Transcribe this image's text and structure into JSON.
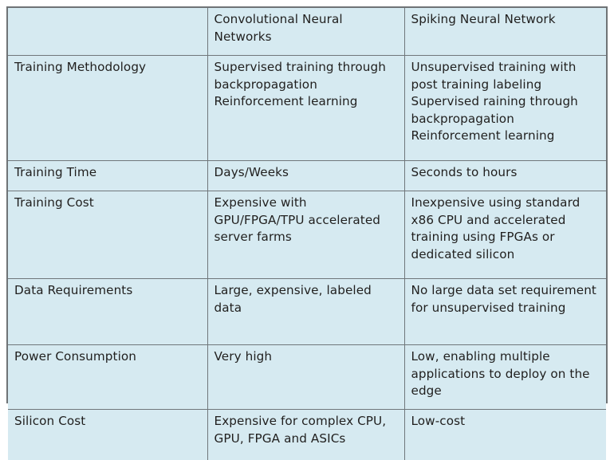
{
  "table": {
    "columns": [
      "",
      "Convolutional Neural Networks",
      "Spiking Neural Network"
    ],
    "header": {
      "label": "",
      "cnn": "Convolutional Neural Networks",
      "snn": "Spiking Neural Network"
    },
    "rows": [
      {
        "key": "training-methodology",
        "label": "Training Methodology",
        "cnn": "Supervised training through backpropagation\nReinforcement learning",
        "snn": "Unsupervised training with post training labeling\nSupervised raining through backpropagation\nReinforcement learning"
      },
      {
        "key": "training-time",
        "label": "Training Time",
        "cnn": "Days/Weeks",
        "snn": "Seconds to hours"
      },
      {
        "key": "training-cost",
        "label": "Training Cost",
        "cnn": "Expensive with GPU/FPGA/TPU accelerated server farms",
        "snn": "Inexpensive using standard x86 CPU and accelerated training using FPGAs or dedicated silicon"
      },
      {
        "key": "data-requirements",
        "label": "Data Requirements",
        "cnn": "Large, expensive, labeled data",
        "snn": "No large data set requirement for unsupervised training"
      },
      {
        "key": "power-consumption",
        "label": "Power Consumption",
        "cnn": "Very high",
        "snn": "Low, enabling multiple applications to deploy on the edge"
      },
      {
        "key": "silicon-cost",
        "label": "Silicon Cost",
        "cnn": "Expensive for complex CPU, GPU, FPGA and ASICs",
        "snn": "Low-cost"
      }
    ]
  },
  "colors": {
    "cell_background": "#d6eaf1",
    "grid_line": "#70777b",
    "outer_border": "#6f7376",
    "text": "#201f1e",
    "page_background": "#ffffff"
  }
}
